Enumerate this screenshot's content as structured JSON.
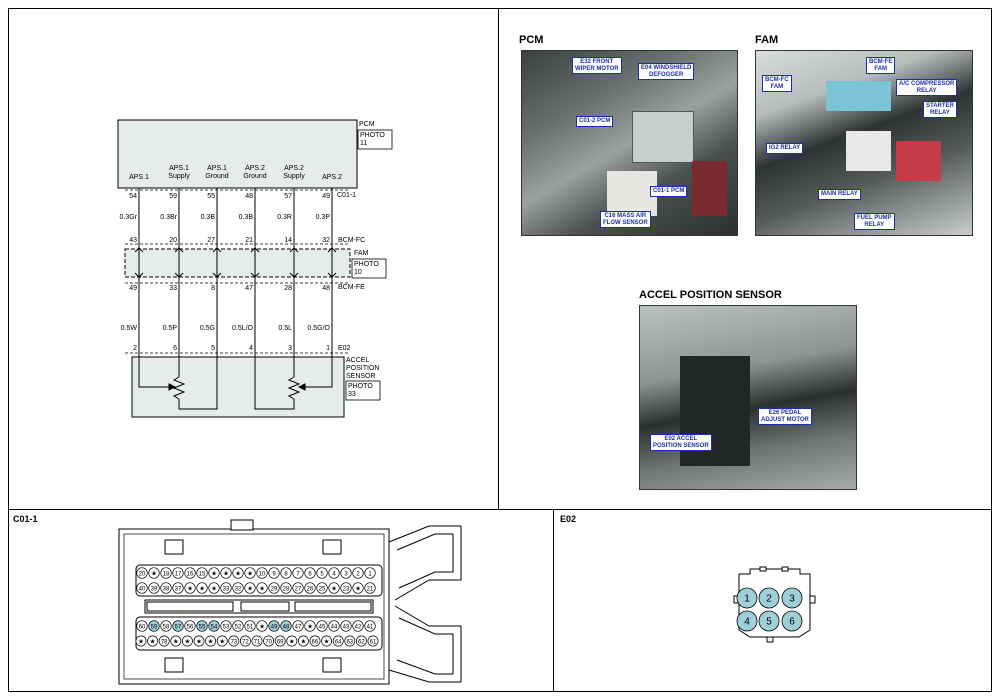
{
  "pcm_box": {
    "name": "PCM",
    "photo_line1": "PHOTO",
    "photo_line2": "11"
  },
  "fam_box": {
    "name": "FAM",
    "photo_line1": "PHOTO",
    "photo_line2": "10"
  },
  "sensor_box": {
    "line1": "ACCEL",
    "line2": "POSITION",
    "line3": "SENSOR",
    "photo_line1": "PHOTO",
    "photo_line2": "33"
  },
  "connectors": {
    "c01": "C01-1",
    "bcm_fc": "BCM-FC",
    "bcm_fe": "BCM-FE",
    "e02": "E02"
  },
  "wires": [
    {
      "label1": "APS.1",
      "label2": "",
      "pin_pcm": "54",
      "color_top": "0.3Gr",
      "pin_fc": "43",
      "pin_fe": "49",
      "color_bot": "0.5W",
      "pin_sensor": "2"
    },
    {
      "label1": "APS.1",
      "label2": "Supply",
      "pin_pcm": "59",
      "color_top": "0.3Br",
      "pin_fc": "20",
      "pin_fe": "33",
      "color_bot": "0.5P",
      "pin_sensor": "6"
    },
    {
      "label1": "APS.1",
      "label2": "Ground",
      "pin_pcm": "55",
      "color_top": "0.3B",
      "pin_fc": "27",
      "pin_fe": "8",
      "color_bot": "0.5G",
      "pin_sensor": "5"
    },
    {
      "label1": "APS.2",
      "label2": "Ground",
      "pin_pcm": "48",
      "color_top": "0.3B",
      "pin_fc": "21",
      "pin_fe": "47",
      "color_bot": "0.5L/O",
      "pin_sensor": "4"
    },
    {
      "label1": "APS.2",
      "label2": "Supply",
      "pin_pcm": "57",
      "color_top": "0.3R",
      "pin_fc": "14",
      "pin_fe": "28",
      "color_bot": "0.5L",
      "pin_sensor": "3"
    },
    {
      "label1": "APS.2",
      "label2": "",
      "pin_pcm": "49",
      "color_top": "0.3P",
      "pin_fc": "32",
      "pin_fe": "48",
      "color_bot": "0.5G/O",
      "pin_sensor": "1"
    }
  ],
  "photos": {
    "pcm": {
      "title": "PCM",
      "callouts": [
        "E32 FRONT\nWIPER MOTOR",
        "E04 WINDSHIELD\nDEFOGGER",
        "C01-2 PCM",
        "C01-1 PCM",
        "C16 MASS AIR\nFLOW SENSOR"
      ]
    },
    "fam": {
      "title": "FAM",
      "callouts": [
        "BCM-FE\nFAM",
        "BCM-FC\nFAM",
        "A/C COMPRESSOR\nRELAY",
        "STARTER\nRELAY",
        "IG2 RELAY",
        "MAIN RELAY",
        "FUEL PUMP\nRELAY"
      ]
    },
    "sensor": {
      "title": "ACCEL POSITION SENSOR",
      "callouts": [
        "E26 PEDAL\nADJUST MOTOR",
        "E02 ACCEL\nPOSITION SENSOR"
      ]
    }
  },
  "c01_view": {
    "title": "C01-1",
    "row1": [
      "20",
      "★",
      "18",
      "17",
      "16",
      "15",
      "★",
      "★",
      "★",
      "★",
      "10",
      "9",
      "8",
      "7",
      "6",
      "5",
      "4",
      "3",
      "2",
      "1"
    ],
    "row2": [
      "40",
      "39",
      "38",
      "37",
      "★",
      "★",
      "★",
      "33",
      "32",
      "★",
      "★",
      "29",
      "28",
      "27",
      "26",
      "25",
      "★",
      "23",
      "★",
      "21"
    ],
    "row4": [
      "60",
      "59",
      "58",
      "57",
      "56",
      "55",
      "54",
      "53",
      "52",
      "51",
      "★",
      "49",
      "48",
      "47",
      "★",
      "45",
      "44",
      "43",
      "42",
      "41"
    ],
    "row5": [
      "★",
      "★",
      "78",
      "★",
      "★",
      "★",
      "★",
      "★",
      "73",
      "72",
      "71",
      "70",
      "69",
      "★",
      "★",
      "66",
      "★",
      "64",
      "63",
      "62",
      "61"
    ]
  },
  "e02_view": {
    "title": "E02",
    "pins": [
      "1",
      "2",
      "3",
      "4",
      "5",
      "6"
    ]
  }
}
